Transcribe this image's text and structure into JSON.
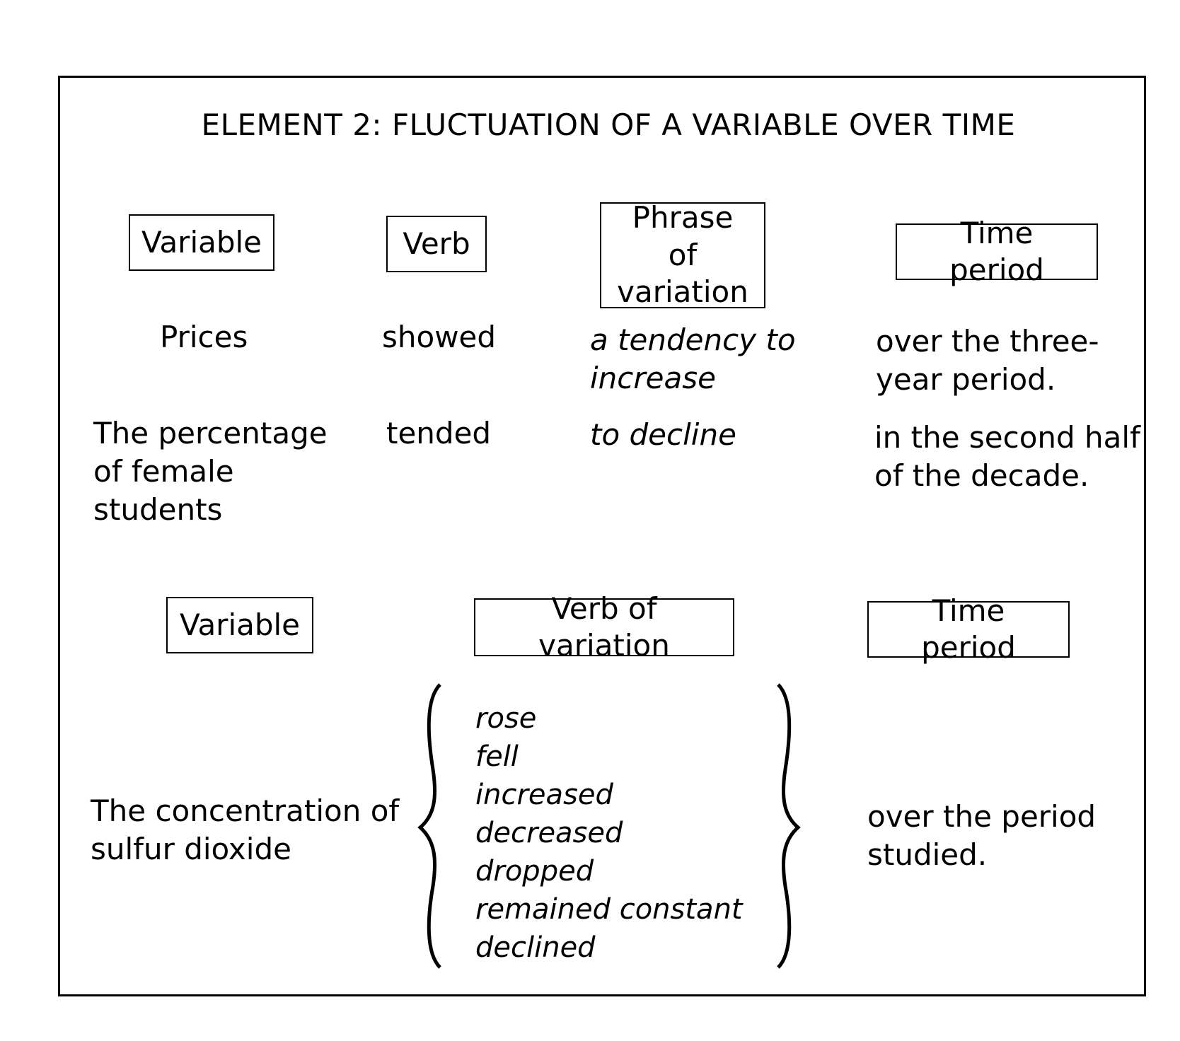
{
  "title": "ELEMENT 2: FLUCTUATION OF A VARIABLE OVER TIME",
  "section1": {
    "headers": {
      "variable": "Variable",
      "verb": "Verb",
      "phrase": "Phrase of\nvariation",
      "time": "Time period"
    },
    "rows": [
      {
        "variable": "Prices",
        "verb": "showed",
        "phrase": "a tendency to\nincrease",
        "time": "over the three-\nyear period."
      },
      {
        "variable": "The percentage\nof female\nstudents",
        "verb": "tended",
        "phrase": "to decline",
        "time": "in the second half\nof the decade."
      }
    ]
  },
  "section2": {
    "headers": {
      "variable": "Variable",
      "verb": "Verb of variation",
      "time": "Time period"
    },
    "variable": "The concentration of\nsulfur dioxide",
    "verbs": [
      "rose",
      "fell",
      "increased",
      "decreased",
      "dropped",
      "remained constant",
      "declined"
    ],
    "time": "over the period\nstudied."
  }
}
